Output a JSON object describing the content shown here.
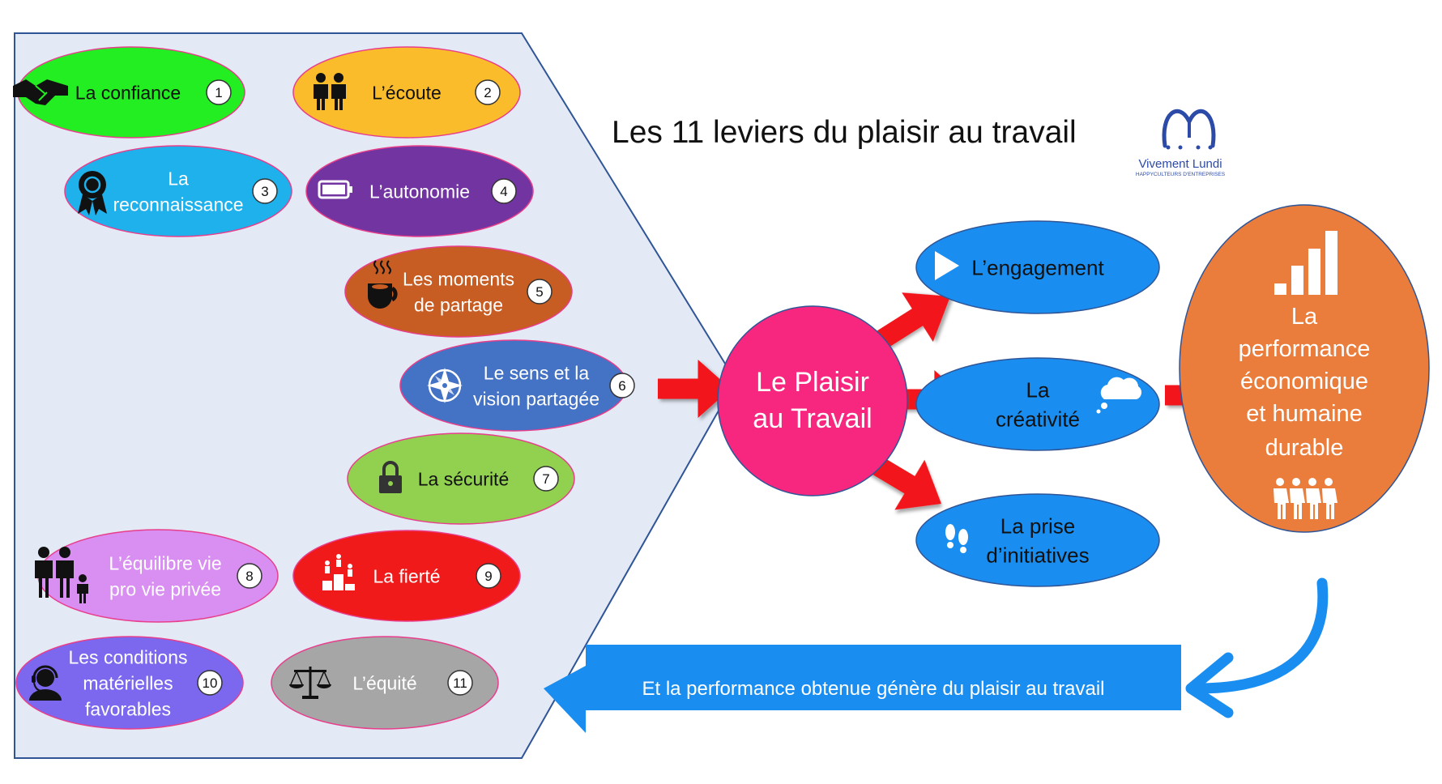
{
  "title": "Les 11 leviers du plaisir au travail",
  "logo": {
    "name": "Vivement Lundi",
    "tagline": "HAPPYCULTEURS D'ENTREPRISES",
    "color": "#2c4aa8"
  },
  "levers": [
    {
      "num": "1",
      "lines": [
        "La confiance"
      ],
      "color": "#22ee22",
      "text_color": "#111111",
      "icon": "handshake-icon"
    },
    {
      "num": "2",
      "lines": [
        "L’écoute"
      ],
      "color": "#fbbc2c",
      "text_color": "#111111",
      "icon": "people-icon"
    },
    {
      "num": "3",
      "lines": [
        "La",
        "reconnaissance"
      ],
      "color": "#1fb1ec",
      "text_color": "#ffffff",
      "icon": "award-ribbon-icon"
    },
    {
      "num": "4",
      "lines": [
        "L’autonomie"
      ],
      "color": "#7234a0",
      "text_color": "#ffffff",
      "icon": "battery-icon"
    },
    {
      "num": "5",
      "lines": [
        "Les moments",
        "de partage"
      ],
      "color": "#c75d22",
      "text_color": "#ffffff",
      "icon": "coffee-cup-icon"
    },
    {
      "num": "6",
      "lines": [
        "Le sens et la",
        "vision partagée"
      ],
      "color": "#4472c4",
      "text_color": "#ffffff",
      "icon": "compass-icon"
    },
    {
      "num": "7",
      "lines": [
        "La sécurité"
      ],
      "color": "#92d050",
      "text_color": "#111111",
      "icon": "lock-icon"
    },
    {
      "num": "8",
      "lines": [
        "L’équilibre vie",
        "pro vie privée"
      ],
      "color": "#d98ef2",
      "text_color": "#ffffff",
      "icon": "family-icon"
    },
    {
      "num": "9",
      "lines": [
        "La fierté"
      ],
      "color": "#f01a1a",
      "text_color": "#ffffff",
      "icon": "podium-icon"
    },
    {
      "num": "10",
      "lines": [
        "Les conditions",
        "matérielles",
        "favorables"
      ],
      "color": "#7b68ee",
      "text_color": "#ffffff",
      "icon": "headset-user-icon"
    },
    {
      "num": "11",
      "lines": [
        "L’équité"
      ],
      "color": "#a6a6a6",
      "text_color": "#ffffff",
      "icon": "scales-icon"
    }
  ],
  "center": {
    "lines": [
      "Le Plaisir",
      "au Travail"
    ],
    "color": "#f7277f"
  },
  "outcomes": [
    {
      "lines": [
        "L’engagement"
      ],
      "icon": "play-icon"
    },
    {
      "lines": [
        "La",
        "créativité"
      ],
      "icon": "thought-cloud-icon"
    },
    {
      "lines": [
        "La prise",
        "d’initiatives"
      ],
      "icon": "footprints-icon"
    }
  ],
  "outcome_color": "#1a8ef0",
  "result": {
    "lines": [
      "La",
      "performance",
      "économique",
      "et humaine",
      "durable"
    ],
    "color": "#ea7d3c"
  },
  "feedback": {
    "text": "Et la performance obtenue génère du plaisir au travail",
    "color": "#1a8ef0"
  },
  "colors": {
    "panel": "#e3e9f5",
    "panel_border": "#2f5597",
    "arrow": "#f2121d",
    "ellipse_border": "#e83e8c"
  }
}
